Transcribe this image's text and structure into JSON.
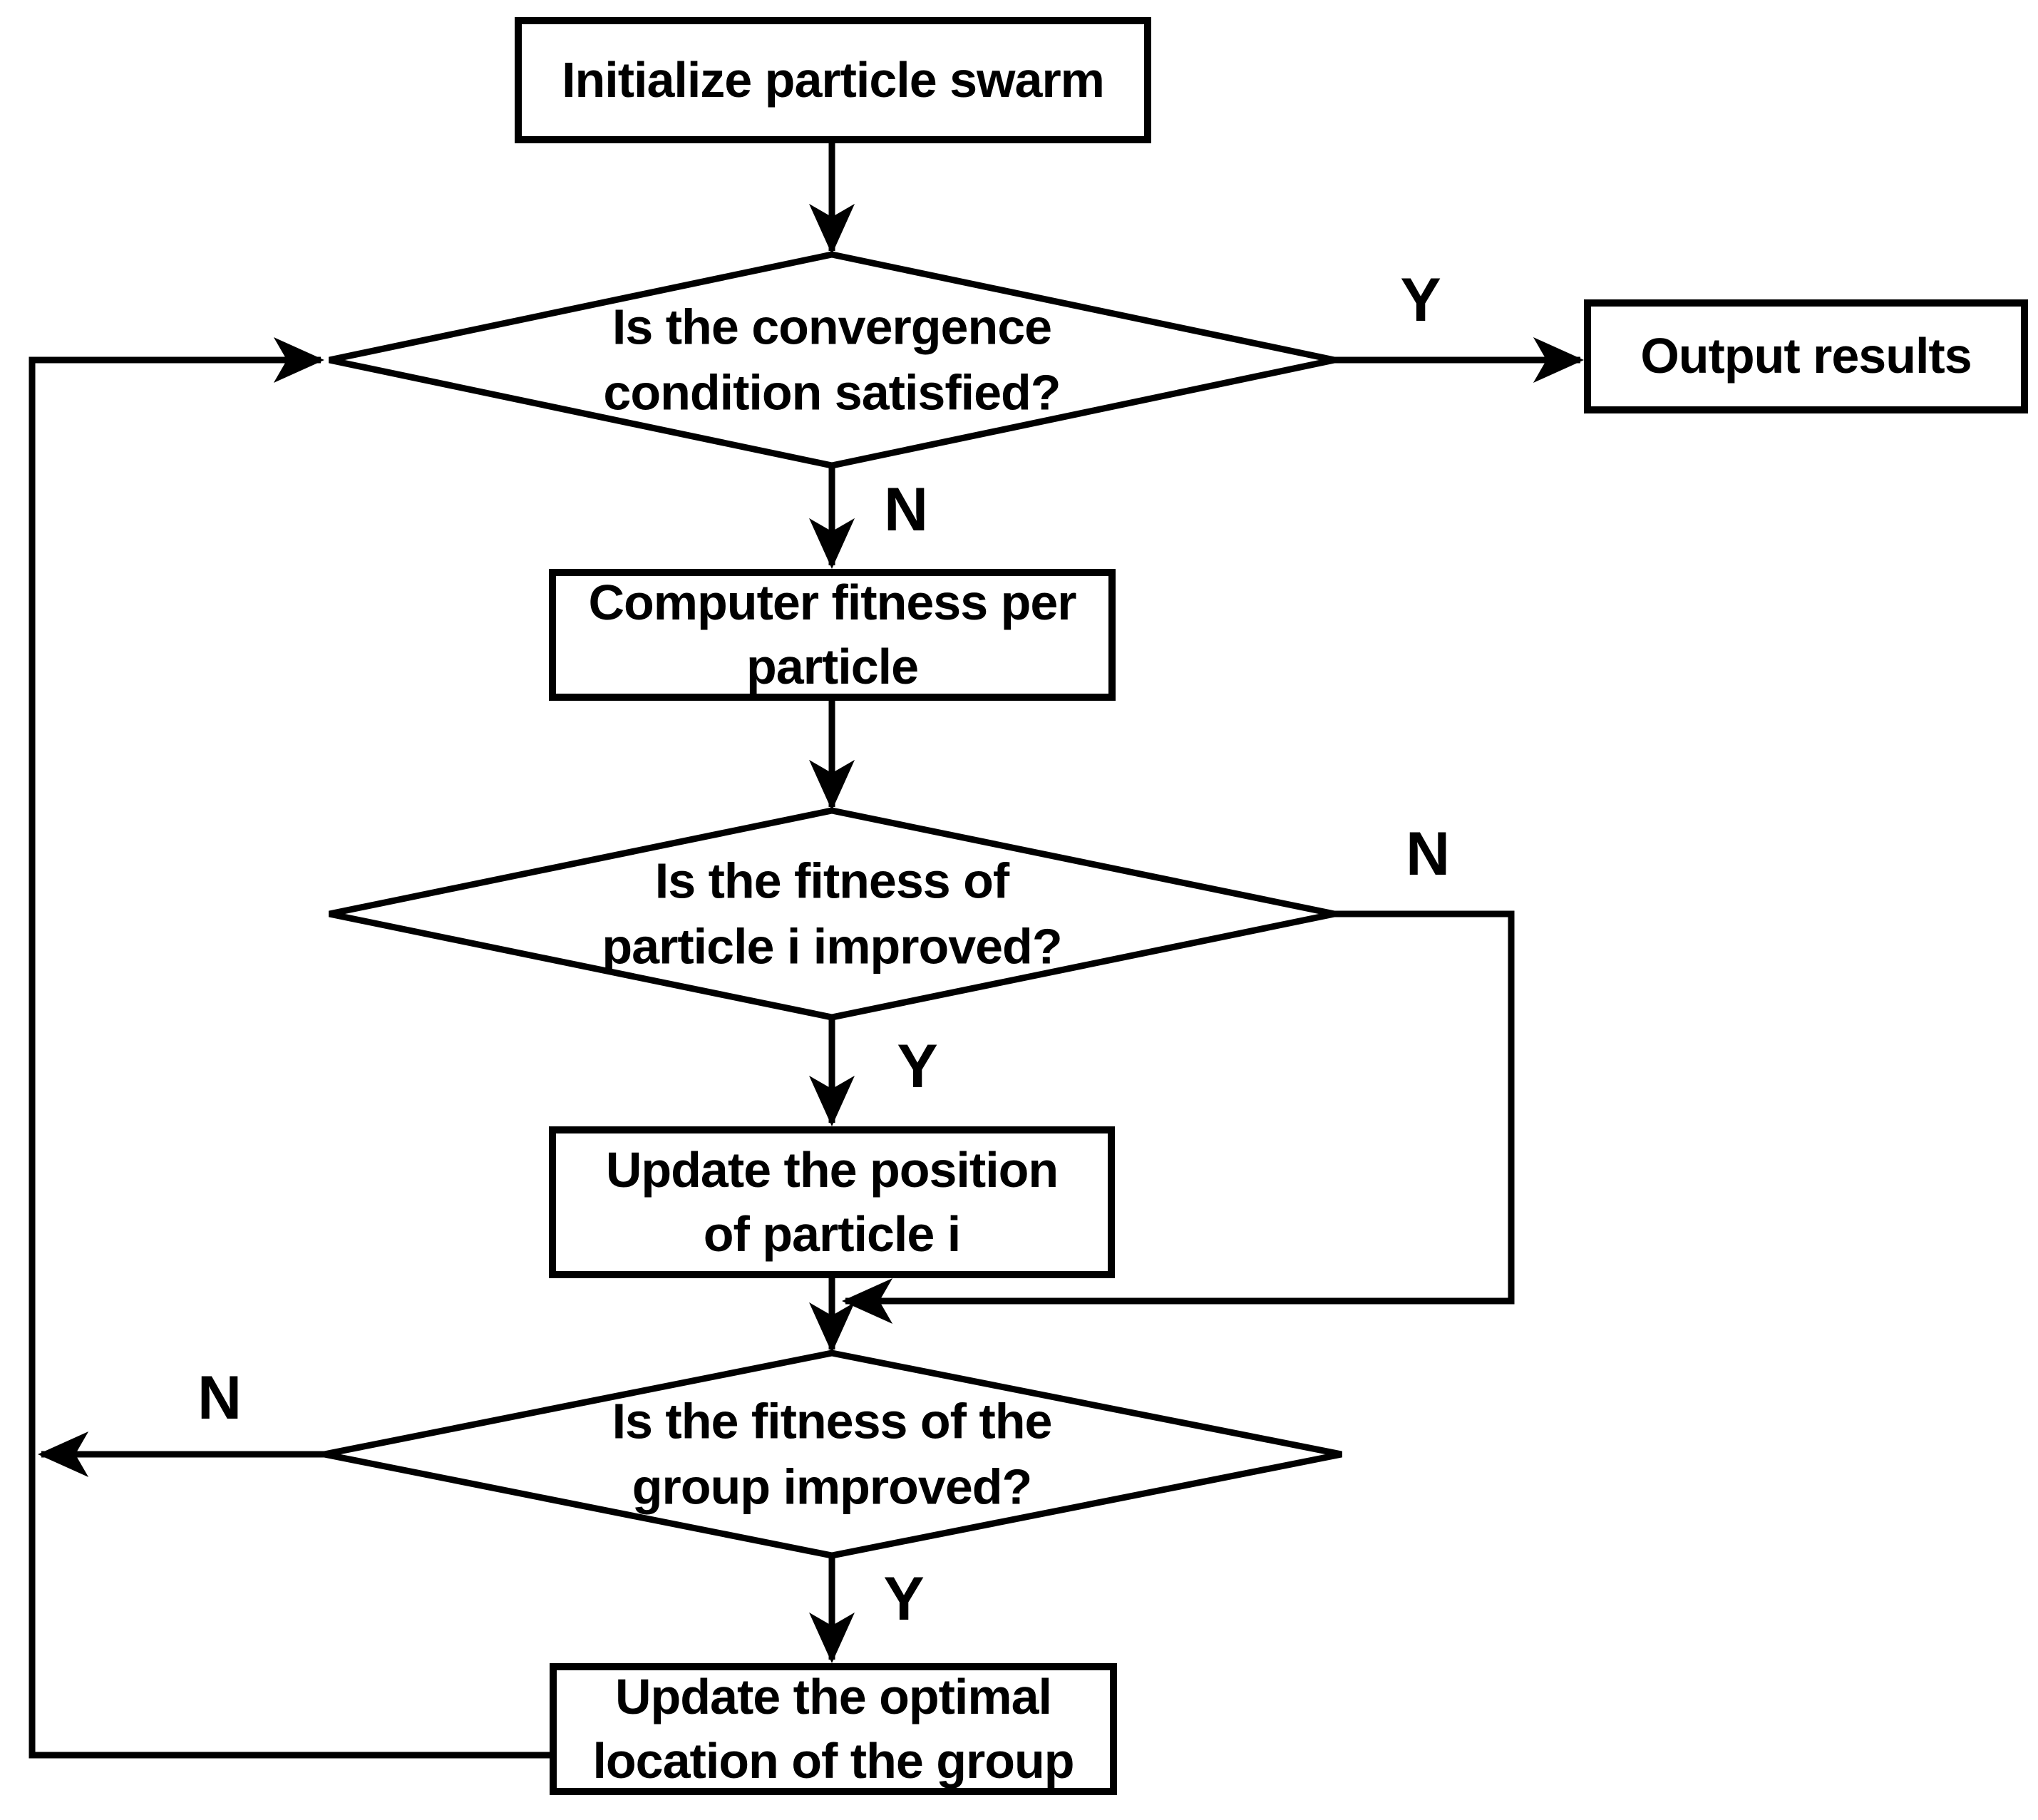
{
  "nodes": {
    "start": {
      "label": "Initialize particle swarm"
    },
    "convergence_decision": {
      "label": "Is the convergence\ncondition satisfied?"
    },
    "output": {
      "label": "Output results"
    },
    "compute_fitness": {
      "label": "Computer fitness per\nparticle"
    },
    "particle_decision": {
      "label": "Is the fitness of\nparticle i improved?"
    },
    "update_position": {
      "label": "Update the position\nof particle i"
    },
    "group_decision": {
      "label": "Is the fitness of the\ngroup improved?"
    },
    "update_optimal": {
      "label": "Update the optimal\nlocation of the group"
    }
  },
  "branch_labels": {
    "convergence_yes": "Y",
    "convergence_no": "N",
    "particle_no": "N",
    "particle_yes": "Y",
    "group_no": "N",
    "group_yes": "Y"
  },
  "colors": {
    "line": "#000000",
    "fill": "#ffffff",
    "text": "#000000"
  }
}
